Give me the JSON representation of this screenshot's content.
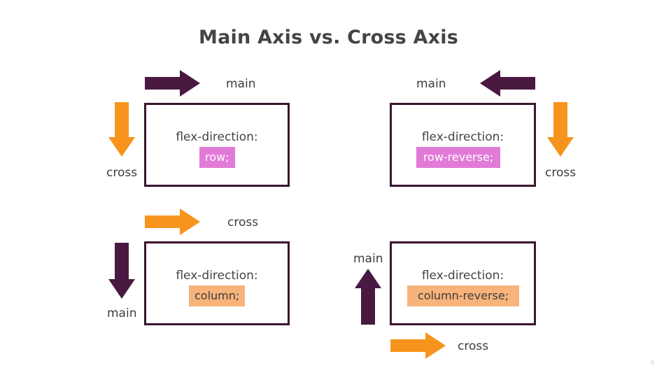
{
  "title": "Main Axis vs. Cross Axis",
  "colors": {
    "main_arrow": "#4a1942",
    "cross_arrow": "#f7941d",
    "box_border": "#3b1530",
    "chip_pink": "#e27ad8",
    "chip_orange": "#f7b37a"
  },
  "panels": [
    {
      "label": "flex-direction:",
      "value": "row;",
      "main_axis_label": "main",
      "cross_axis_label": "cross",
      "main_direction": "right",
      "cross_direction": "down"
    },
    {
      "label": "flex-direction:",
      "value": "row-reverse;",
      "main_axis_label": "main",
      "cross_axis_label": "cross",
      "main_direction": "left",
      "cross_direction": "down"
    },
    {
      "label": "flex-direction:",
      "value": "column;",
      "main_axis_label": "main",
      "cross_axis_label": "cross",
      "main_direction": "down",
      "cross_direction": "right"
    },
    {
      "label": "flex-direction:",
      "value": "column-reverse;",
      "main_axis_label": "main",
      "cross_axis_label": "cross",
      "main_direction": "up",
      "cross_direction": "right"
    }
  ],
  "watermark": "li"
}
